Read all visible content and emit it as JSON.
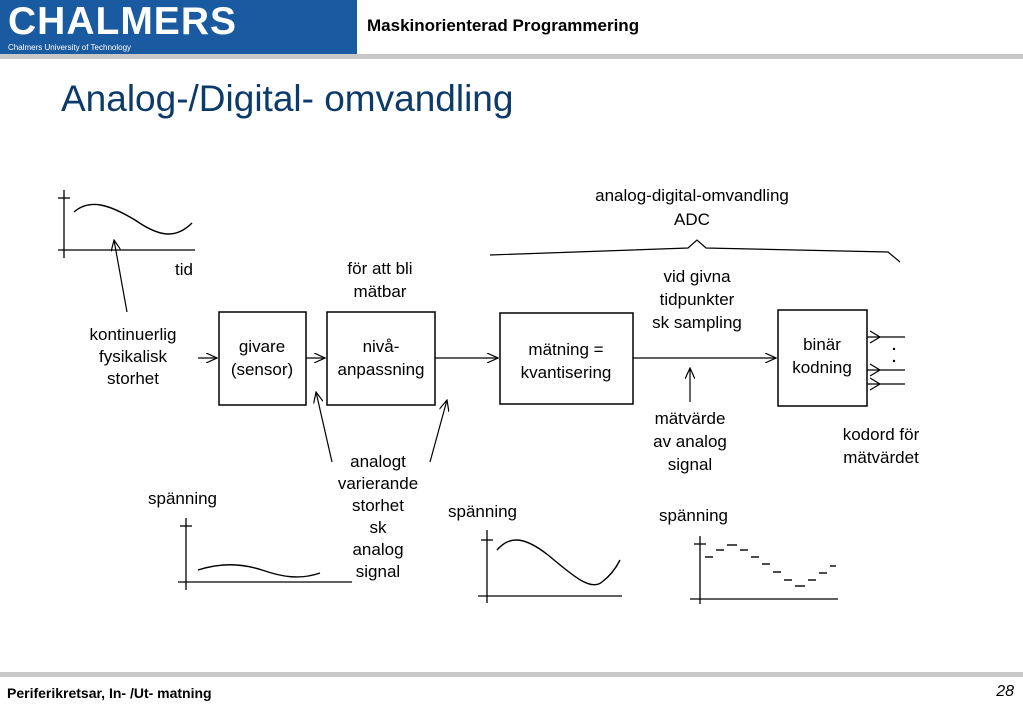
{
  "header": {
    "logo_text": "CHALMERS",
    "logo_sub": "Chalmers University of Technology",
    "course": "Maskinorienterad Programmering"
  },
  "title": "Analog-/Digital- omvandling",
  "diagram": {
    "adc_label_1": "analog-digital-omvandling",
    "adc_label_2": "ADC",
    "tid": "tid",
    "input_1": "kontinuerlig",
    "input_2": "fysikalisk",
    "input_3": "storhet",
    "sensor_1": "givare",
    "sensor_2": "(sensor)",
    "measurable_1": "för att bli",
    "measurable_2": "mätbar",
    "level_1": "nivå-",
    "level_2": "anpassning",
    "quant_1": "mätning =",
    "quant_2": "kvantisering",
    "sampling_1": "vid givna",
    "sampling_2": "tidpunkter",
    "sampling_3": "sk sampling",
    "binary_1": "binär",
    "binary_2": "kodning",
    "measval_1": "mätvärde",
    "measval_2": "av analog",
    "measval_3": "signal",
    "codeword_1": "kodord för",
    "codeword_2": "mätvärdet",
    "analog_1": "analogt",
    "analog_2": "varierande",
    "analog_3": "storhet",
    "analog_4": "sk",
    "analog_5": "analog",
    "analog_6": "signal",
    "voltage_1": "spänning",
    "voltage_2": "spänning",
    "voltage_3": "spänning"
  },
  "footer": {
    "left": "Periferikretsar, In- /Ut- matning",
    "page": "28"
  }
}
